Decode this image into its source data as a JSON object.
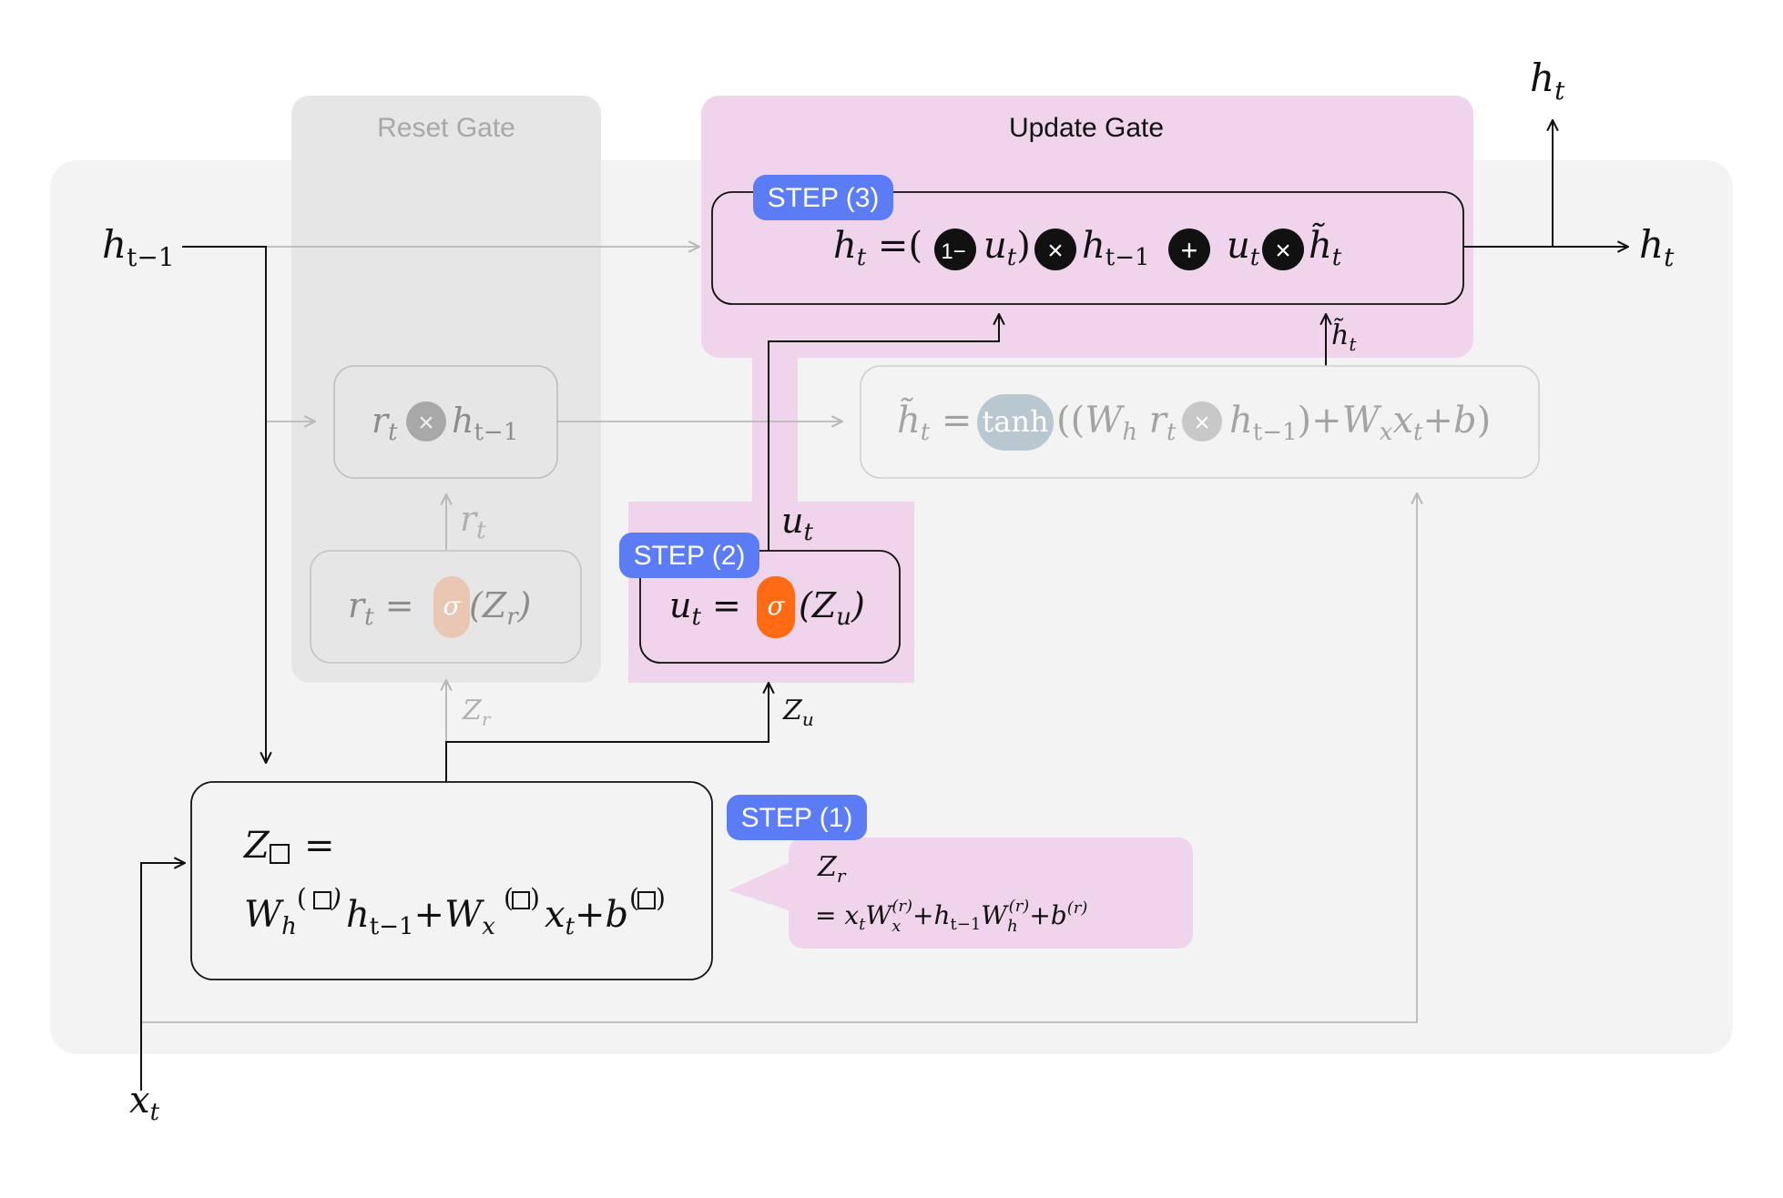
{
  "gates": {
    "reset": "Reset Gate",
    "update": "Update Gate"
  },
  "steps": {
    "step1": "STEP (1)",
    "step2": "STEP (2)",
    "step3": "STEP (3)"
  },
  "signals": {
    "h_prev": "h",
    "h_prev_sub": "t−1",
    "h_out": "h",
    "h_out_sub": "t",
    "x_in": "x",
    "x_in_sub": "t",
    "r_t": "r",
    "r_t_sub": "t",
    "u_t": "u",
    "u_t_sub": "t",
    "z_r": "Z",
    "z_r_sub": "r",
    "z_u": "Z",
    "z_u_sub": "u",
    "h_tilde": "h̃",
    "h_tilde_sub": "t"
  },
  "ops": {
    "times": "×",
    "plus": "+",
    "one_minus": "1−",
    "sigma": "σ",
    "tanh": "tanh"
  },
  "colors": {
    "panel": "#f3f3f3",
    "reset_gate": "#e6e6e6",
    "update_gate": "#f0d4ec",
    "step_badge": "#5b7cf5",
    "sigma_active": "#ff6a13",
    "sigma_faded": "#eac7b3",
    "tanh_faded": "#b9c7d1",
    "dark_op": "#111111"
  }
}
